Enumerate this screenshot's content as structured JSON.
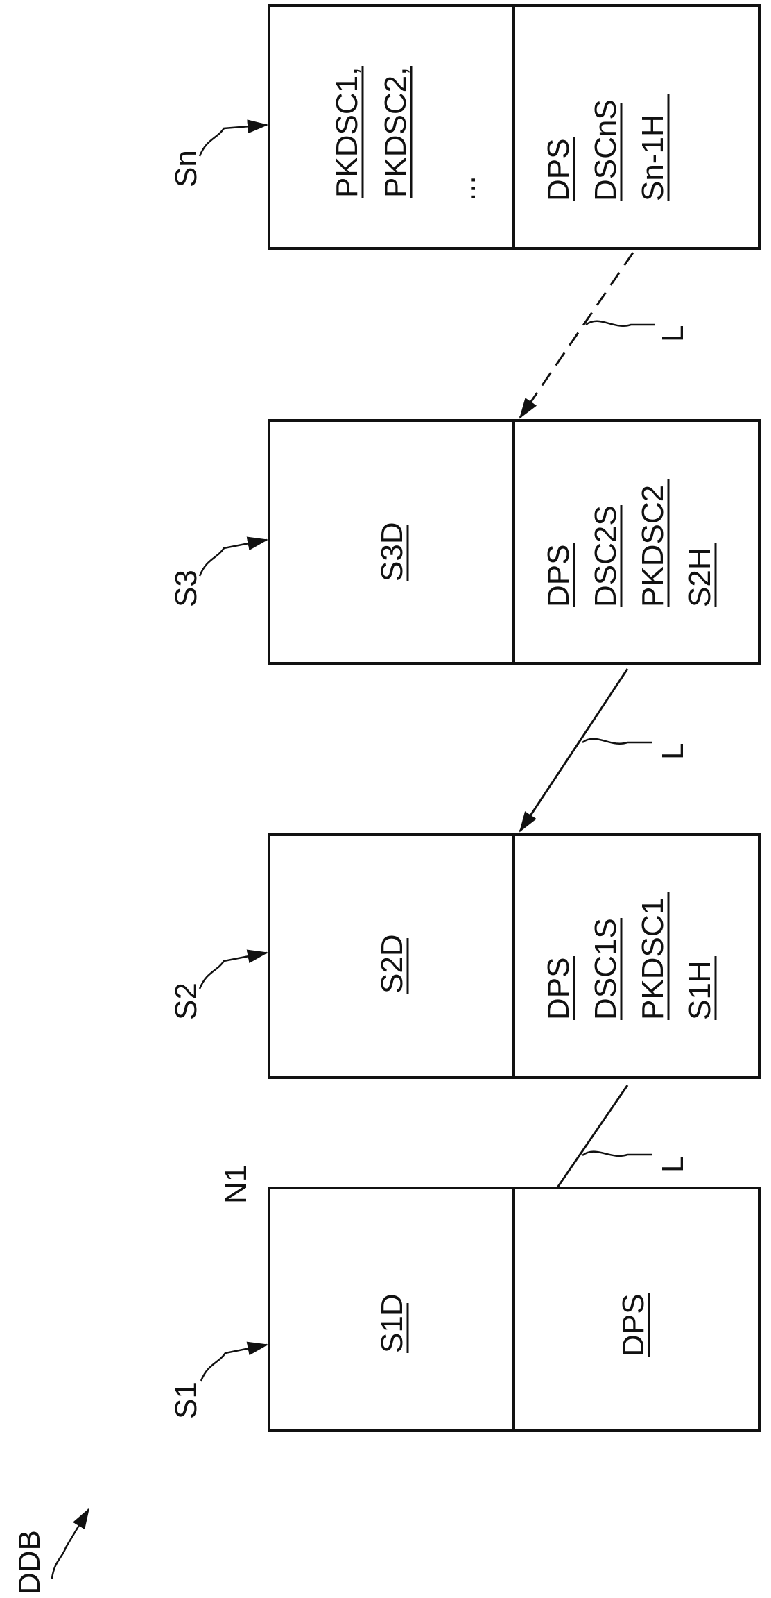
{
  "diagram_label": "DDB",
  "network_label": "N1",
  "blocks": [
    {
      "id": "S1",
      "label": "S1",
      "data_lines": [
        "S1D"
      ],
      "header_lines": [
        "DPS"
      ]
    },
    {
      "id": "S2",
      "label": "S2",
      "data_lines": [
        "S2D"
      ],
      "header_lines": [
        "DPS",
        "DSC1S",
        "PKDSC1",
        "S1H"
      ]
    },
    {
      "id": "S3",
      "label": "S3",
      "data_lines": [
        "S3D"
      ],
      "header_lines": [
        "DPS",
        "DSC2S",
        "PKDSC2",
        "S2H"
      ]
    },
    {
      "id": "Sn",
      "label": "Sn",
      "data_lines": [
        "PKDSC1,",
        "PKDSC2,",
        "..."
      ],
      "header_lines": [
        "DPS",
        "DSCnS",
        "Sn-1H"
      ]
    }
  ],
  "links": [
    {
      "from": "S2",
      "to": "S1",
      "label": "L",
      "style": "solid"
    },
    {
      "from": "S3",
      "to": "S2",
      "label": "L",
      "style": "solid"
    },
    {
      "from": "Sn",
      "to": "S3",
      "label": "L",
      "style": "dashed"
    }
  ],
  "colors": {
    "ink": "#111111",
    "background": "#ffffff"
  }
}
